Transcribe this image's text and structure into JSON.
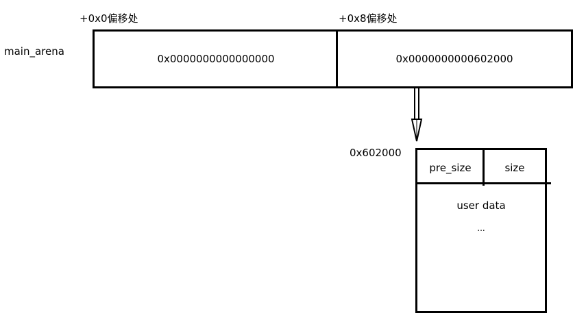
{
  "labels": {
    "main_arena": "main_arena",
    "offset_0": "+0x0偏移处",
    "offset_8": "+0x8偏移处",
    "chunk_address": "0x602000"
  },
  "arena": {
    "slot0_value": "0x0000000000000000",
    "slot8_value": "0x0000000000602000"
  },
  "chunk": {
    "pre_size": "pre_size",
    "size": "size",
    "user_data": "user data",
    "ellipsis": "..."
  }
}
